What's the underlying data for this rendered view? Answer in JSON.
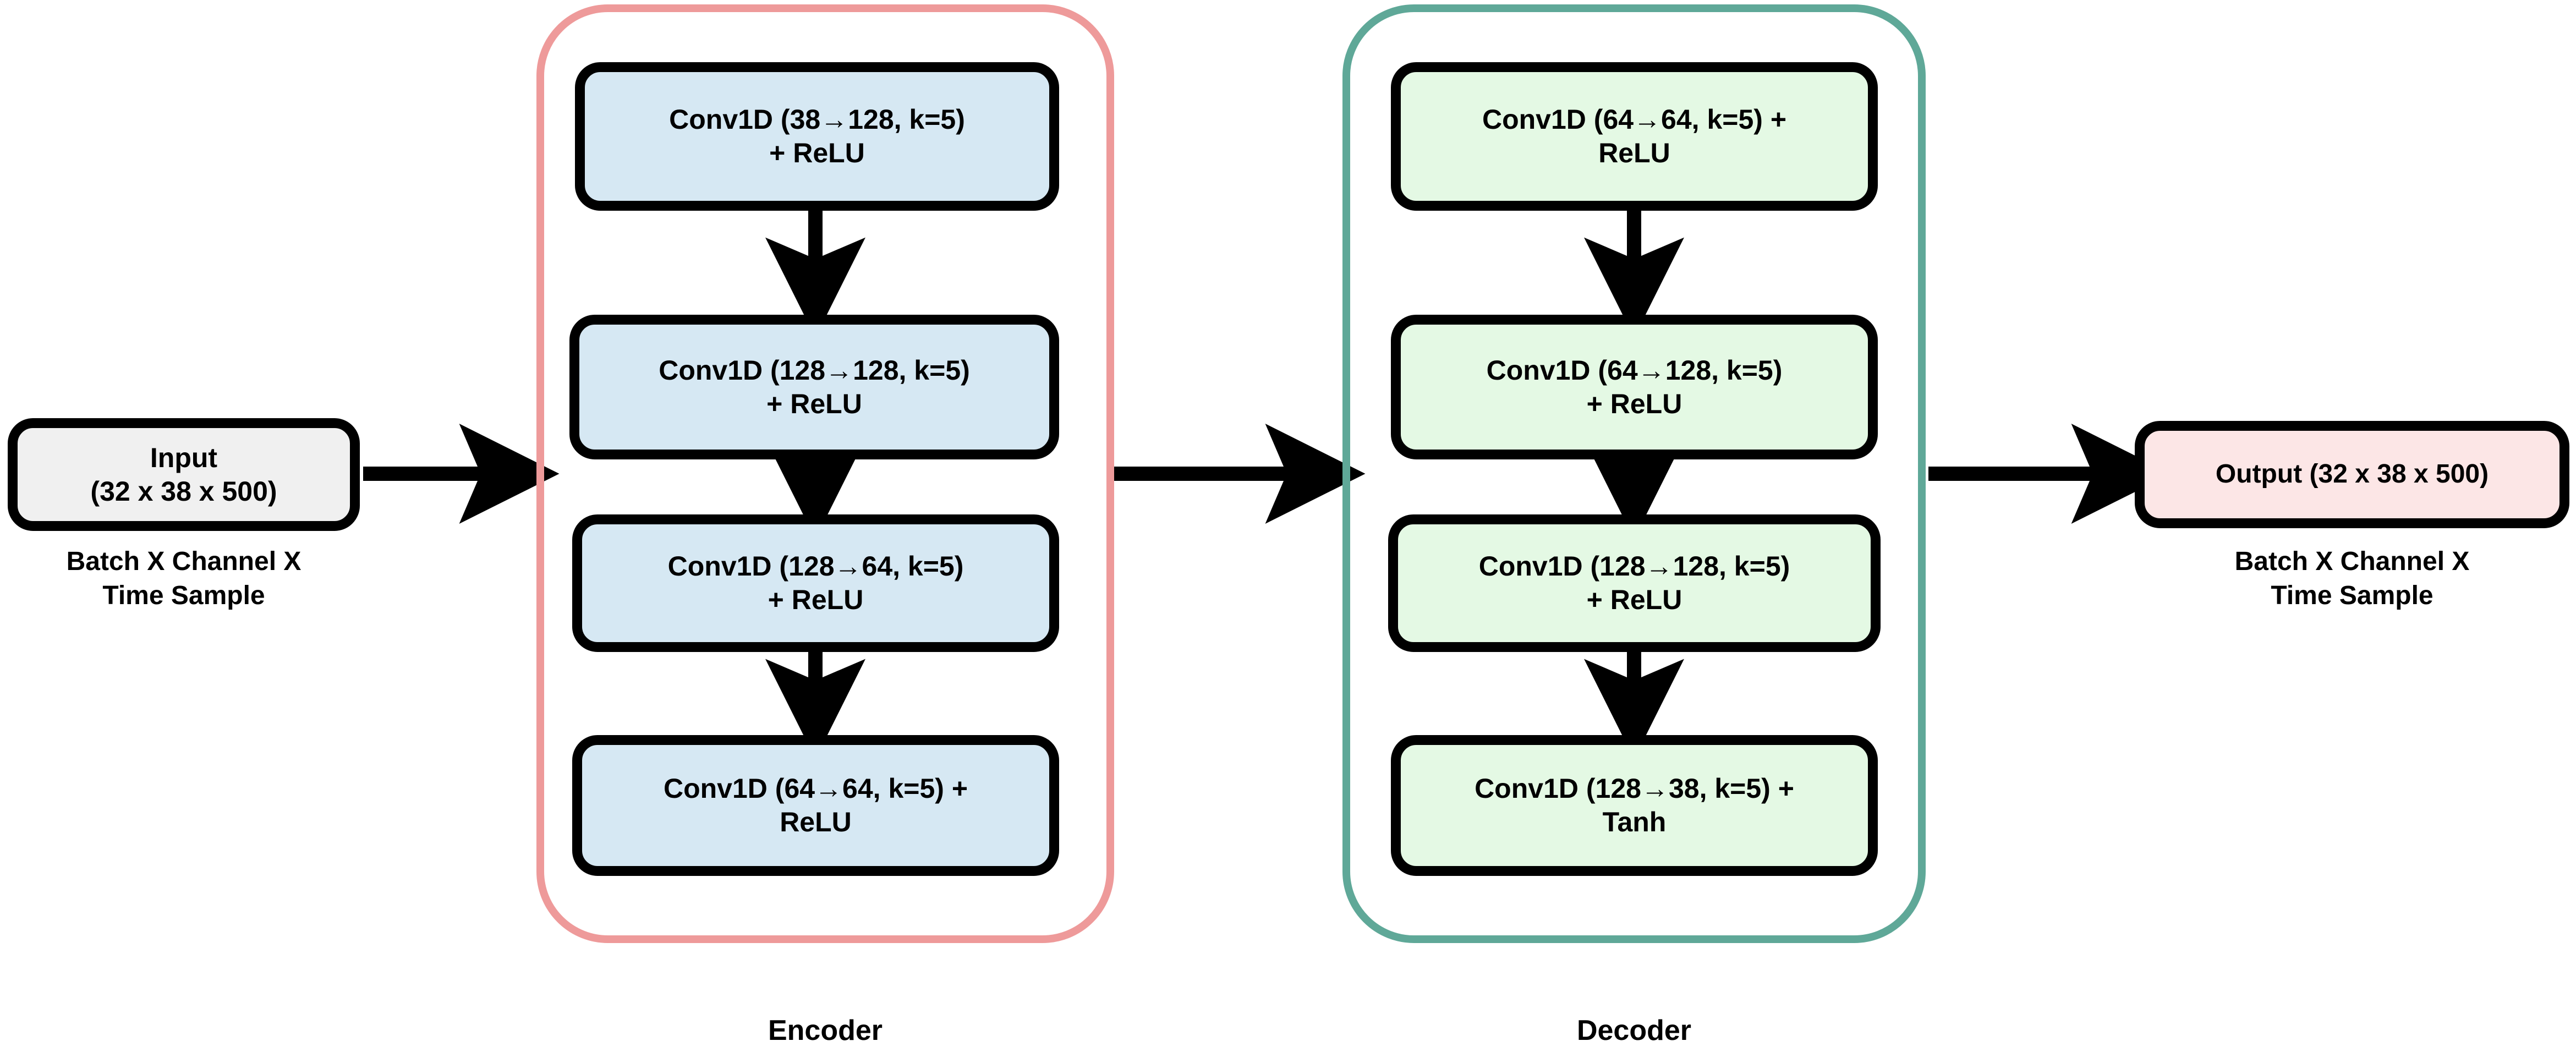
{
  "diagram": {
    "title_domain": "Conv1D Autoencoder architecture",
    "colors": {
      "encoder_border": "#ee9a9a",
      "decoder_border": "#5fa898",
      "encoder_block_fill": "#d6e8f3",
      "decoder_block_fill": "#e4f9e4",
      "input_fill": "#f0f0f0",
      "output_fill": "#fce6e6",
      "stroke": "#000000"
    }
  },
  "input_node": {
    "line1": "Input",
    "line2": "(32 x 38  x 500)",
    "caption_line1": "Batch X Channel X",
    "caption_line2": "Time Sample"
  },
  "output_node": {
    "line1": "Output (32 x 38 x 500)",
    "caption_line1": "Batch X Channel X",
    "caption_line2": "Time Sample"
  },
  "encoder": {
    "label": "Encoder",
    "blocks": [
      {
        "line1": "Conv1D (38→128, k=5)",
        "line2": "+ ReLU"
      },
      {
        "line1": "Conv1D (128→128, k=5)",
        "line2": "+ ReLU"
      },
      {
        "line1": "Conv1D (128→64, k=5)",
        "line2": "+ ReLU"
      },
      {
        "line1": "Conv1D (64→64, k=5) +",
        "line2": "ReLU"
      }
    ]
  },
  "decoder": {
    "label": "Decoder",
    "blocks": [
      {
        "line1": "Conv1D (64→64, k=5) +",
        "line2": "ReLU"
      },
      {
        "line1": "Conv1D (64→128, k=5)",
        "line2": "+ ReLU"
      },
      {
        "line1": "Conv1D (128→128, k=5)",
        "line2": "+ ReLU"
      },
      {
        "line1": "Conv1D (128→38, k=5) +",
        "line2": "Tanh"
      }
    ]
  }
}
